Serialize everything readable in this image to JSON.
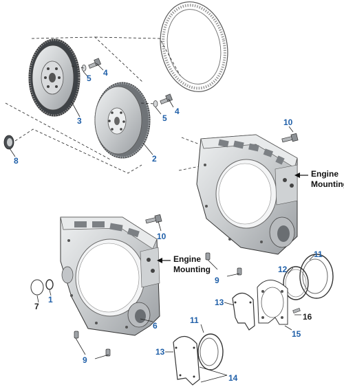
{
  "colors": {
    "callout": "#1f5fa8",
    "callout_dark": "#222222",
    "metal": "#d4d6d8",
    "metal_dark": "#8e9296",
    "outline": "#2b2b2b"
  },
  "callouts": {
    "c1": "1",
    "c2": "2",
    "c3": "3",
    "c4a": "4",
    "c4b": "4",
    "c5a": "5",
    "c5b": "5",
    "c6": "6",
    "c7": "7",
    "c8": "8",
    "c9a": "9",
    "c9b": "9",
    "c10a": "10",
    "c10b": "10",
    "c11a": "11",
    "c11b": "11",
    "c12": "12",
    "c13a": "13",
    "c13b": "13",
    "c14": "14",
    "c15": "15",
    "c16": "16"
  },
  "captions": {
    "engine_mounting_right_line1": "Engine",
    "engine_mounting_right_line2": "Mounting",
    "engine_mounting_left_line1": "Engine",
    "engine_mounting_left_line2": "Mounting"
  },
  "icons": [
    "ring-gear-icon",
    "flywheel-icon",
    "flywheel-housing-icon",
    "oil-seal-icon",
    "bolt-icon",
    "washer-icon",
    "dowel-icon",
    "gasket-icon",
    "seal-retainer-icon"
  ]
}
